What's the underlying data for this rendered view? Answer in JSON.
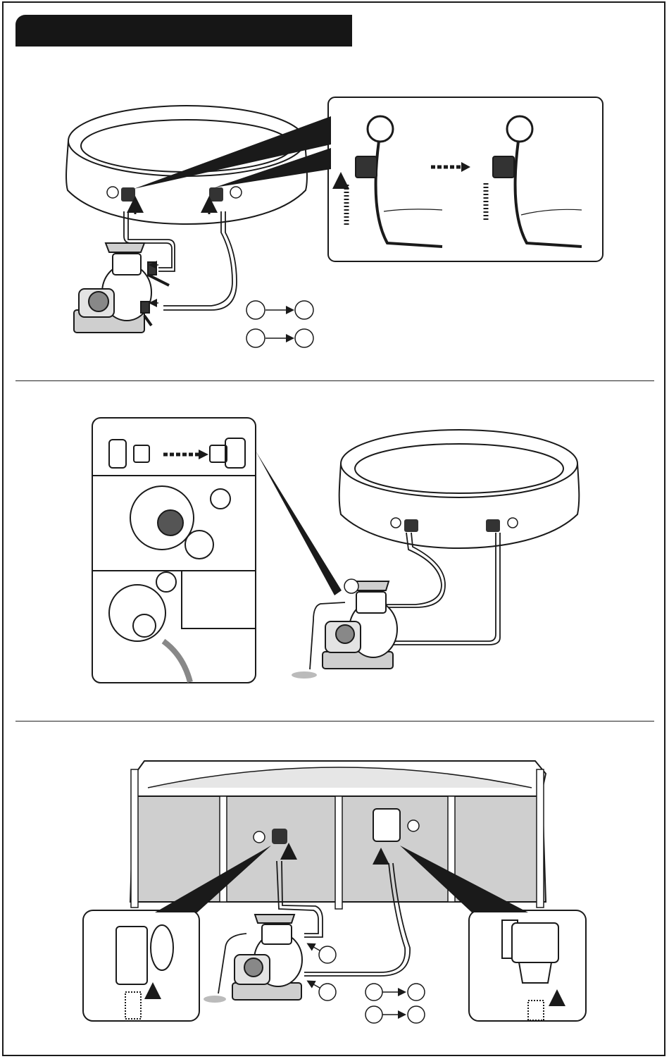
{
  "header": {
    "title": ""
  },
  "colors": {
    "ink": "#1a1a1a",
    "panel_fill": "#cfcfcf",
    "paper": "#ffffff"
  },
  "sections": [
    {
      "name": "hose-connection-easy-set-pool"
    },
    {
      "name": "pump-inlet-and-drain-setup"
    },
    {
      "name": "hose-connection-frame-pool"
    }
  ]
}
